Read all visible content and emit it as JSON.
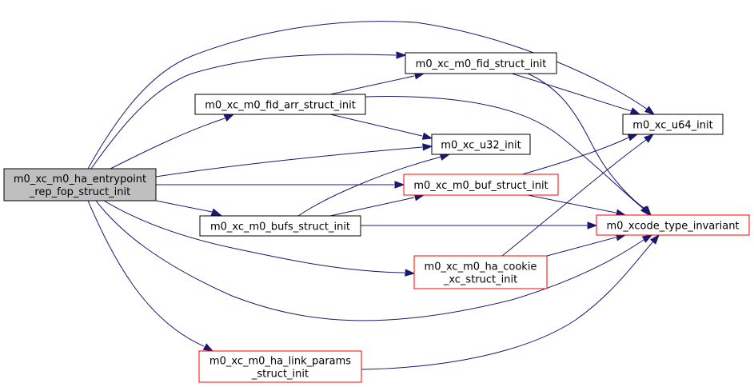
{
  "diagram": {
    "type": "call-graph",
    "colors": {
      "edge": "#191970",
      "root_fill": "#bfbfbf",
      "node_border": "#000000",
      "truncated_node_border": "#ff0000"
    },
    "nodes": [
      {
        "id": "root",
        "lines": [
          "m0_xc_m0_ha_entrypoint",
          "_rep_fop_struct_init"
        ],
        "style": "root"
      },
      {
        "id": "fid_arr",
        "lines": [
          "m0_xc_m0_fid_arr_struct_init"
        ],
        "style": "normal"
      },
      {
        "id": "fid_struct",
        "lines": [
          "m0_xc_m0_fid_struct_init"
        ],
        "style": "normal"
      },
      {
        "id": "u32",
        "lines": [
          "m0_xc_u32_init"
        ],
        "style": "normal"
      },
      {
        "id": "buf_struct",
        "lines": [
          "m0_xc_m0_buf_struct_init"
        ],
        "style": "red"
      },
      {
        "id": "bufs_struct",
        "lines": [
          "m0_xc_m0_bufs_struct_init"
        ],
        "style": "normal"
      },
      {
        "id": "cookie",
        "lines": [
          "m0_xc_m0_ha_cookie",
          "_xc_struct_init"
        ],
        "style": "red"
      },
      {
        "id": "link_params",
        "lines": [
          "m0_xc_m0_ha_link_params",
          "_struct_init"
        ],
        "style": "red"
      },
      {
        "id": "u64",
        "lines": [
          "m0_xc_u64_init"
        ],
        "style": "normal"
      },
      {
        "id": "invariant",
        "lines": [
          "m0_xcode_type_invariant"
        ],
        "style": "red"
      }
    ],
    "edges": [
      {
        "from": "root",
        "to": "u64"
      },
      {
        "from": "root",
        "to": "fid_struct"
      },
      {
        "from": "root",
        "to": "fid_arr"
      },
      {
        "from": "root",
        "to": "u32"
      },
      {
        "from": "root",
        "to": "buf_struct"
      },
      {
        "from": "root",
        "to": "bufs_struct"
      },
      {
        "from": "root",
        "to": "cookie"
      },
      {
        "from": "root",
        "to": "invariant"
      },
      {
        "from": "root",
        "to": "link_params"
      },
      {
        "from": "fid_arr",
        "to": "fid_struct"
      },
      {
        "from": "fid_arr",
        "to": "u32"
      },
      {
        "from": "fid_arr",
        "to": "invariant"
      },
      {
        "from": "fid_struct",
        "to": "u64"
      },
      {
        "from": "fid_struct",
        "to": "invariant"
      },
      {
        "from": "buf_struct",
        "to": "u64"
      },
      {
        "from": "buf_struct",
        "to": "invariant"
      },
      {
        "from": "bufs_struct",
        "to": "u32"
      },
      {
        "from": "bufs_struct",
        "to": "buf_struct"
      },
      {
        "from": "bufs_struct",
        "to": "invariant"
      },
      {
        "from": "cookie",
        "to": "u64"
      },
      {
        "from": "cookie",
        "to": "invariant"
      },
      {
        "from": "link_params",
        "to": "invariant"
      }
    ]
  }
}
